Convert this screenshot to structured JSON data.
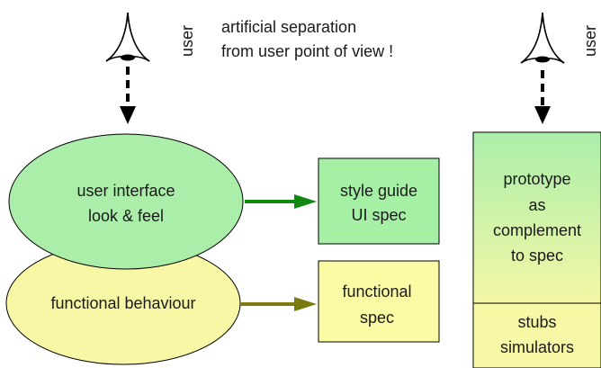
{
  "users": [
    {
      "label": "user",
      "icon": "eye-icon"
    },
    {
      "label": "user",
      "icon": "eye-icon"
    }
  ],
  "note": {
    "line1": "artificial separation",
    "line2": "from user point of view !"
  },
  "ellipses": {
    "ui": {
      "line1": "user interface",
      "line2": "look & feel",
      "color": "#aaeeaa"
    },
    "functional": {
      "line1": "functional behaviour",
      "color": "#f7f7a6"
    }
  },
  "boxes": {
    "style_guide": {
      "line1": "style guide",
      "line2": "UI spec",
      "color": "#a6f0a6"
    },
    "functional_spec": {
      "line1": "functional",
      "line2": "spec",
      "color": "#fbfba6"
    }
  },
  "prototype_panel": {
    "top": {
      "line1": "prototype",
      "line2": "as",
      "line3": "complement",
      "line4": "to spec"
    },
    "bottom": {
      "line1": "stubs",
      "line2": "simulators",
      "color": "#f7f7a6"
    },
    "gradient_top": "#aaeeaa",
    "gradient_bottom": "#f4f7a6"
  },
  "arrow_colors": {
    "green": "#128812",
    "olive": "#7a7a10"
  }
}
